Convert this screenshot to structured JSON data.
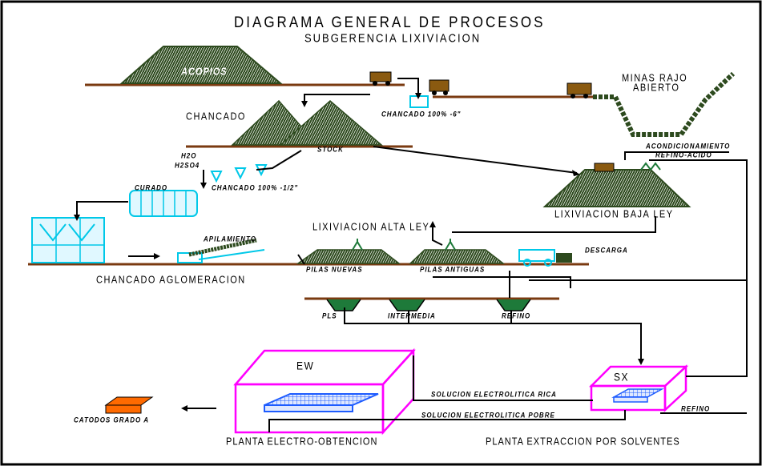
{
  "title": "DIAGRAMA GENERAL DE PROCESOS",
  "subtitle": "SUBGERENCIA LIXIVIACION",
  "labels": {
    "acopios": "ACOPIOS",
    "minas_rajo": "MINAS RAJO",
    "abierto": "ABIERTO",
    "chancado": "CHANCADO",
    "chancado_100": "CHANCADO 100% -6\"",
    "stock": "STOCK",
    "acondicionamiento": "ACONDICIONAMIENTO",
    "refino_acido": "REFINO-ACIDO",
    "h2o": "H2O",
    "h2so4": "H2SO4",
    "curado": "CURADO",
    "chancado_100_13": "CHANCADO 100% -1/2\"",
    "lixiviacion_baja_ley": "LIXIVIACION BAJA LEY",
    "lixiviacion_alta_ley": "LIXIVIACION ALTA LEY",
    "apilamiento": "APILAMIENTO",
    "descarga": "DESCARGA",
    "pilas_nuevas": "PILAS NUEVAS",
    "pilas_antiguas": "PILAS ANTIGUAS",
    "chancado_aglomeracion": "CHANCADO AGLOMERACION",
    "pls": "PLS",
    "intermedia": "INTERMEDIA",
    "refino": "REFINO",
    "ew": "EW",
    "sx": "SX",
    "solucion_rica": "SOLUCION ELECTROLITICA RICA",
    "solucion_pobre": "SOLUCION ELECTROLITICA POBRE",
    "refino_return": "REFINO",
    "catodos": "CATODOS GRADO A",
    "planta_ew": "PLANTA ELECTRO-OBTENCION",
    "planta_sx": "PLANTA EXTRACCION POR SOLVENTES"
  },
  "colors": {
    "heap": "#2d4a1e",
    "ground": "#7a3a10",
    "pool": "#1e7a3a",
    "cyan": "#00c8e8",
    "magenta": "#ff00ff",
    "blue": "#1e5cff",
    "truck": "#8a5a10",
    "orange": "#ff6a00",
    "black": "#000000"
  }
}
